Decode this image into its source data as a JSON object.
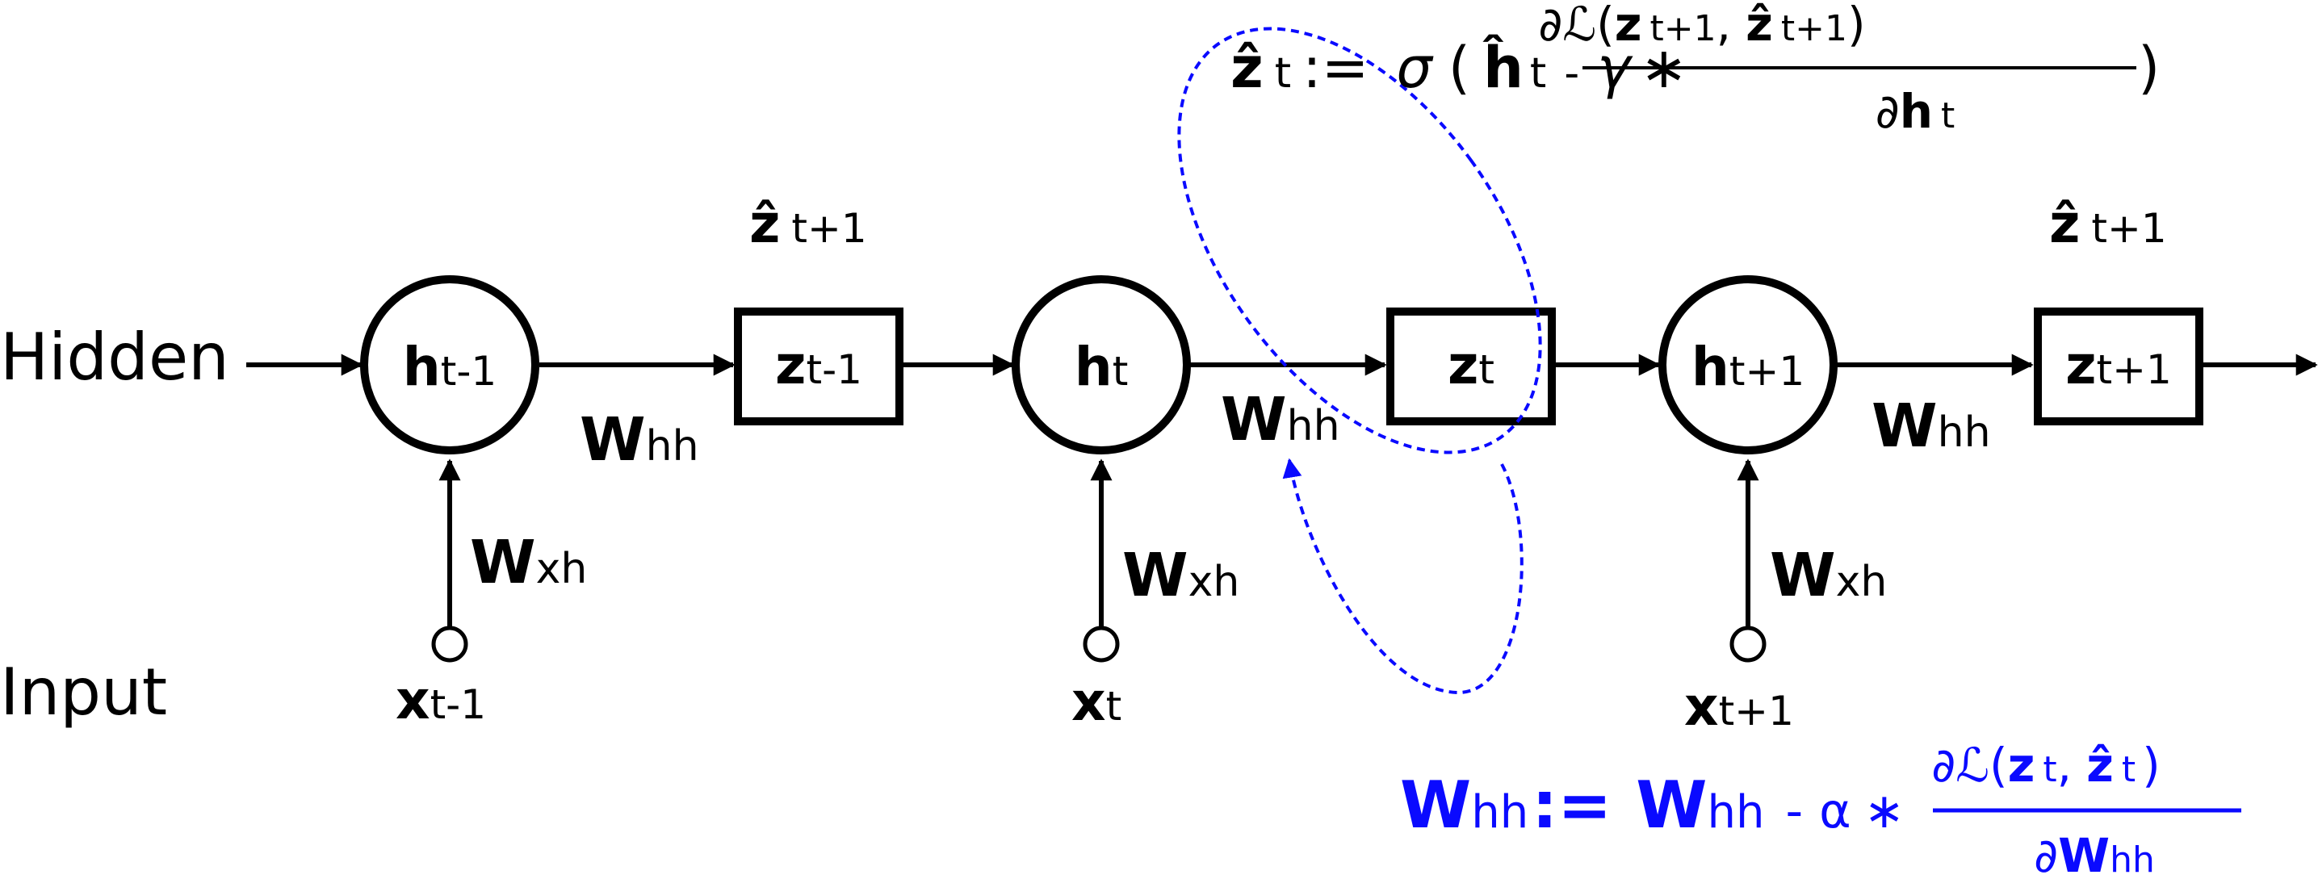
{
  "colors": {
    "ink": "#000000",
    "update": "#0a0aff",
    "background": "#ffffff"
  },
  "row_labels": {
    "hidden": "Hidden",
    "input": "Input"
  },
  "nodes": {
    "h_prev": {
      "main": "h",
      "sub": "t-1"
    },
    "z_prev": {
      "main": "z",
      "sub": "t-1"
    },
    "h_cur": {
      "main": "h",
      "sub": "t"
    },
    "z_cur": {
      "main": "z",
      "sub": "t"
    },
    "h_next": {
      "main": "h",
      "sub": "t+1"
    },
    "z_next": {
      "main": "z",
      "sub": "t+1"
    }
  },
  "inputs": {
    "x_prev": {
      "main": "x",
      "sub": "t-1"
    },
    "x_cur": {
      "main": "x",
      "sub": "t"
    },
    "x_next": {
      "main": "x",
      "sub": "t+1"
    }
  },
  "weights": {
    "hh": {
      "main": "W",
      "sub": "hh"
    },
    "xh": {
      "main": "W",
      "sub": "xh"
    }
  },
  "targets": {
    "zhat_prev": {
      "main": "ẑ",
      "sub": "t+1"
    },
    "zhat_next": {
      "main": "ẑ",
      "sub": "t+1"
    }
  },
  "target_update": {
    "lhs_main": "ẑ",
    "lhs_sub": "t",
    "assign": ":=",
    "sigma": "σ",
    "open_paren": "(",
    "h_main": "ĥ",
    "h_sub": "t",
    "minus": "-",
    "gamma": "γ",
    "star": "∗",
    "num_partial": "∂ℒ(",
    "num_z_main": "z",
    "num_z_sub": "t+1",
    "num_comma": ",",
    "num_zhat_main": "ẑ",
    "num_zhat_sub": "t+1",
    "num_close": ")",
    "den_partial": "∂",
    "den_main": "h",
    "den_sub": "t",
    "close_paren": ")"
  },
  "weight_update": {
    "lhs_main": "W",
    "lhs_sub": "hh",
    "assign": ":=",
    "rhs_main": "W",
    "rhs_sub": "hh",
    "minus": "-",
    "alpha": "α",
    "star": "∗",
    "num_partial": "∂ℒ(",
    "num_z_main": "z",
    "num_z_sub": "t",
    "num_comma": ",",
    "num_zhat_main": "ẑ",
    "num_zhat_sub": "t",
    "num_close": ")",
    "den_partial": "∂",
    "den_main": "W",
    "den_sub": "hh"
  }
}
